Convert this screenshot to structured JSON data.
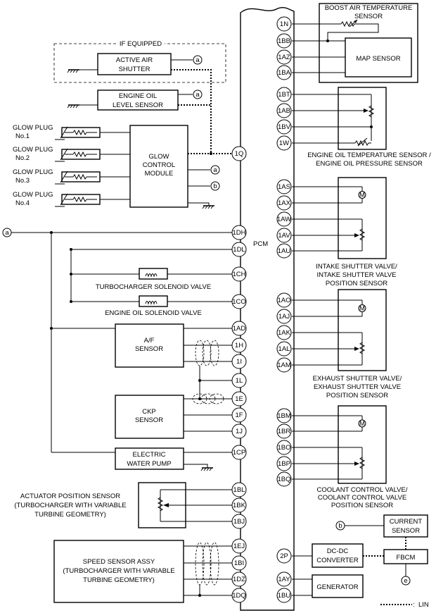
{
  "pcm_label": "PCM",
  "if_equipped": "IF EQUIPPED",
  "legend": {
    "symbol": "LIN",
    "prefix": ": "
  },
  "connectors": {
    "a": "a",
    "b": "b",
    "e": "e"
  },
  "left_components": {
    "active_air_shutter": [
      "ACTIVE AIR",
      "SHUTTER"
    ],
    "engine_oil_level_sensor": [
      "ENGINE OIL",
      "LEVEL SENSOR"
    ],
    "glow_plugs": [
      [
        "GLOW PLUG",
        "No.1"
      ],
      [
        "GLOW PLUG",
        "No.2"
      ],
      [
        "GLOW PLUG",
        "No.3"
      ],
      [
        "GLOW PLUG",
        "No.4"
      ]
    ],
    "glow_control_module": [
      "GLOW",
      "CONTROL",
      "MODULE"
    ],
    "turbo_solenoid": "TURBOCHARGER SOLENOID VALVE",
    "oil_solenoid": "ENGINE OIL SOLENOID VALVE",
    "af_sensor": [
      "A/F",
      "SENSOR"
    ],
    "ckp_sensor": [
      "CKP",
      "SENSOR"
    ],
    "electric_water_pump": [
      "ELECTRIC",
      "WATER PUMP"
    ],
    "actuator_position_sensor": [
      "ACTUATOR POSITION SENSOR",
      "(TURBOCHARGER WITH VARIABLE",
      "TURBINE GEOMETRY)"
    ],
    "speed_sensor_assy": [
      "SPEED SENSOR ASSY",
      "(TURBOCHARGER WITH VARIABLE",
      "TURBINE GEOMETRY)"
    ]
  },
  "right_components": {
    "boost_air_temp": [
      "BOOST AIR TEMPERATURE",
      "SENSOR"
    ],
    "map_sensor": "MAP SENSOR",
    "oil_temp_pressure": [
      "ENGINE OIL TEMPERATURE SENSOR /",
      "ENGINE OIL PRESSURE SENSOR"
    ],
    "intake_shutter": [
      "INTAKE SHUTTER VALVE/",
      "INTAKE SHUTTER VALVE",
      "POSITION SENSOR"
    ],
    "exhaust_shutter": [
      "EXHAUST SHUTTER VALVE/",
      "EXHAUST SHUTTER VALVE",
      "POSITION SENSOR"
    ],
    "coolant_control": [
      "COOLANT CONTROL VALVE/",
      "COOLANT CONTROL VALVE",
      "POSITION SENSOR"
    ],
    "current_sensor": [
      "CURRENT",
      "SENSOR"
    ],
    "dcdc_converter": [
      "DC-DC",
      "CONVERTER"
    ],
    "fbcm": "FBCM",
    "generator": "GENERATOR",
    "motor": "M"
  },
  "left_pins": [
    "1Q",
    "1DH",
    "1DL",
    "1CH",
    "1CO",
    "1AD",
    "1H",
    "1I",
    "1L",
    "1E",
    "1F",
    "1J",
    "1CP",
    "1BL",
    "1BK",
    "1BJ",
    "1EJ",
    "1BI",
    "1DZ",
    "1DQ"
  ],
  "right_pins": [
    "1N",
    "1BB",
    "1AZ",
    "1BA",
    "1BT",
    "1AB",
    "1BV",
    "1W",
    "1AS",
    "1AX",
    "1AW",
    "1AV",
    "1AU",
    "1AO",
    "1AJ",
    "1AK",
    "1AL",
    "1AM",
    "1BM",
    "1BR",
    "1BO",
    "1BP",
    "1BQ",
    "2P",
    "1AY",
    "1BU"
  ]
}
